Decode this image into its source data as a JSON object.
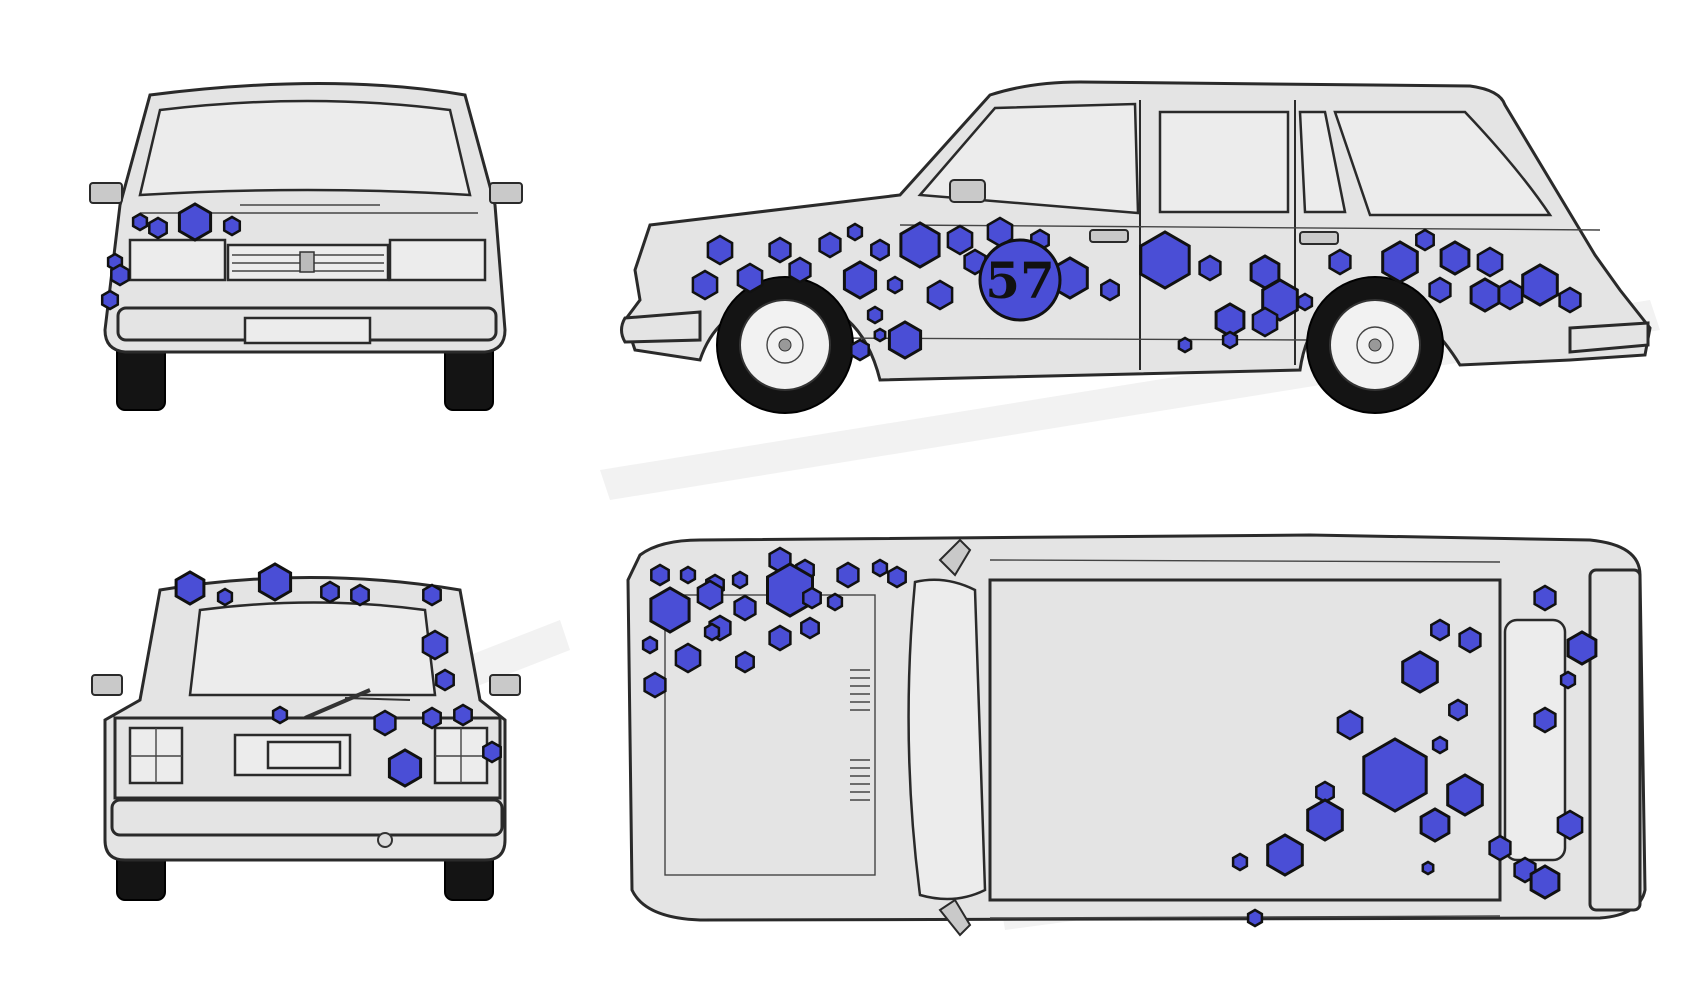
{
  "livery": {
    "race_number": "57",
    "hex_fill": "#4a4ed6",
    "hex_stroke": "#111111",
    "body_color": "#e4e4e4"
  },
  "views": [
    "front",
    "side",
    "rear",
    "top"
  ]
}
